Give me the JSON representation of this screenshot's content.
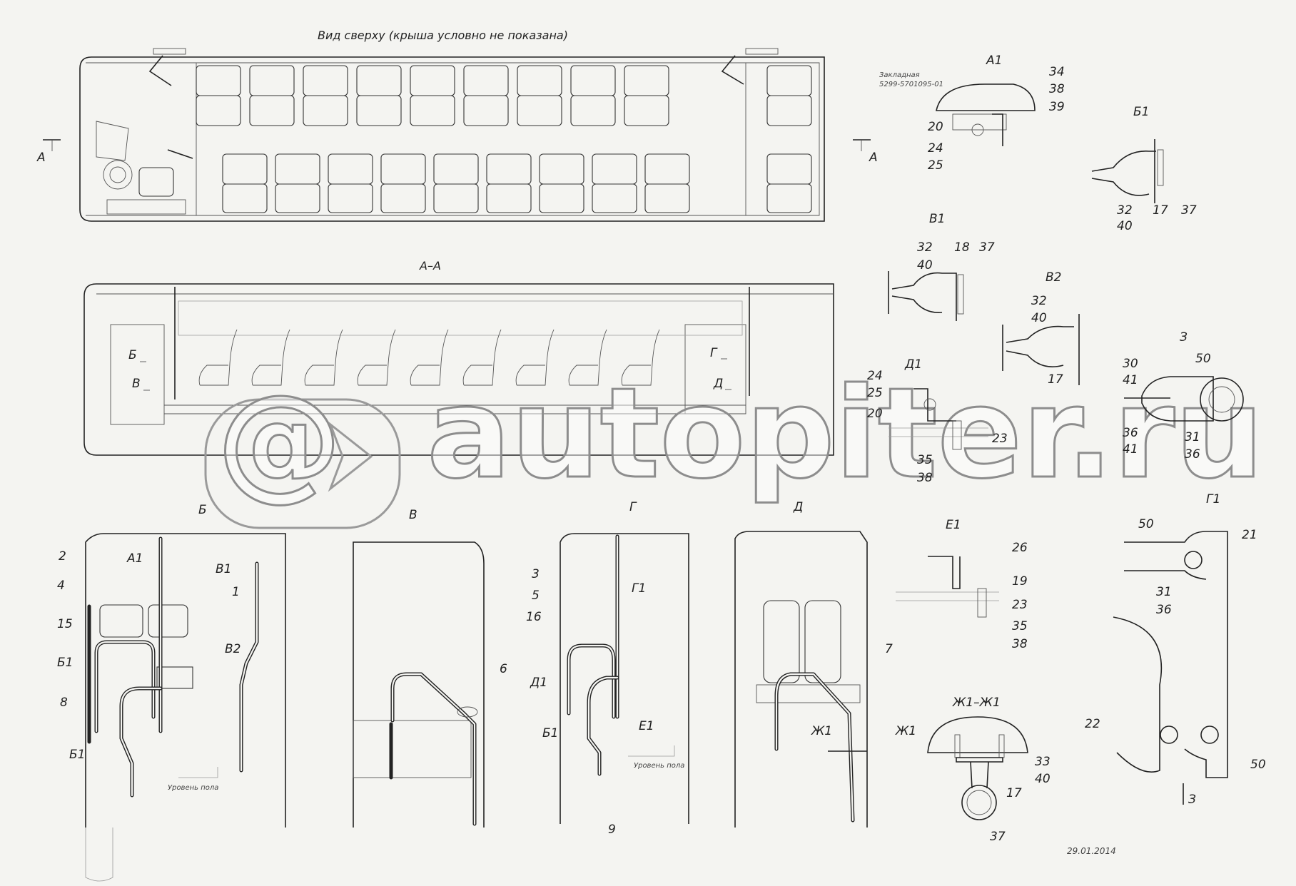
{
  "top_view": {
    "title": "Вид сверху (крыша условно не показана)",
    "section_mark": "А"
  },
  "side_section": {
    "title": "А–А",
    "arrows": [
      "Б",
      "В",
      "Г",
      "Д"
    ]
  },
  "views": {
    "b": {
      "title": "Б",
      "callouts": [
        "2",
        "4",
        "15",
        "Б1",
        "8",
        "Б1",
        "А1",
        "В1",
        "1",
        "В2"
      ],
      "floor_label": "Уровень пола"
    },
    "v": {
      "title": "В",
      "callouts": [
        "6"
      ]
    },
    "g": {
      "title": "Г",
      "callouts": [
        "3",
        "5",
        "16",
        "Д1",
        "Б1",
        "Г1",
        "Е1",
        "9"
      ],
      "floor_label": "Уровень пола"
    },
    "d": {
      "title": "Д",
      "callouts": [
        "7",
        "Ж1",
        "Ж1"
      ]
    }
  },
  "details": {
    "a1": {
      "title": "А1",
      "note_line1": "Закладная",
      "note_line2": "5299-5701095-01",
      "callouts": [
        "34",
        "38",
        "39",
        "20",
        "24",
        "25"
      ]
    },
    "b1": {
      "title": "Б1",
      "callouts": [
        "32",
        "40",
        "17",
        "37"
      ]
    },
    "v1": {
      "title": "В1",
      "callouts": [
        "32",
        "40",
        "18",
        "37"
      ]
    },
    "v2": {
      "title": "В2",
      "callouts": [
        "32",
        "40",
        "17"
      ]
    },
    "z": {
      "title": "З",
      "callouts": [
        "30",
        "41",
        "50",
        "36",
        "41",
        "31",
        "36"
      ]
    },
    "d1": {
      "title": "Д1",
      "callouts": [
        "24",
        "25",
        "20",
        "23",
        "35",
        "38"
      ]
    },
    "e1": {
      "title": "Е1",
      "callouts": [
        "26",
        "19",
        "23",
        "35",
        "38"
      ]
    },
    "g1": {
      "title": "Г1",
      "callouts": [
        "50",
        "21",
        "31",
        "36",
        "22",
        "50",
        "З"
      ]
    },
    "zh1": {
      "title": "Ж1–Ж1",
      "callouts": [
        "33",
        "40",
        "17",
        "37"
      ]
    }
  },
  "date_stamp": "29.01.2014",
  "watermark": "autopiter.ru",
  "colors": {
    "background": "#f4f4f1",
    "ink": "#222222",
    "watermark_stroke": "#8d8d8d"
  }
}
